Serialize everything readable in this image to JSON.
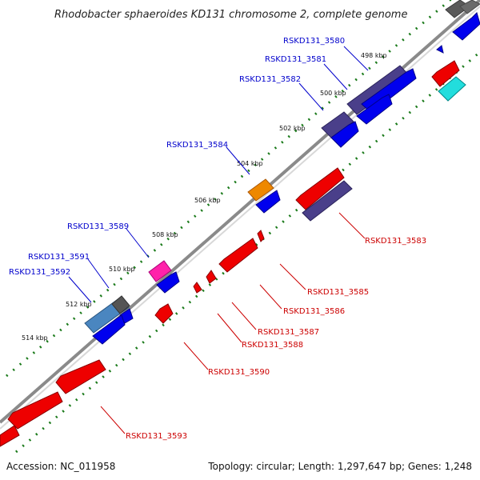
{
  "title": "Rhodobacter sphaeroides KD131 chromosome 2, complete genome",
  "footer": {
    "accession": "Accession: NC_011958",
    "summary": "Topology: circular; Length: 1,297,647 bp; Genes: 1,248"
  },
  "colors": {
    "backbone": "#8a8a8a",
    "ticks": "#1a7a1a",
    "cds_forward": "#0000ee",
    "cds_reverse": "#ee0000",
    "forward_label": "#0000cc",
    "reverse_label": "#cc0000"
  },
  "ticks": [
    "498 kbp",
    "500 kbp",
    "502 kbp",
    "504 kbp",
    "506 kbp",
    "508 kbp",
    "510 kbp",
    "512 kbp",
    "514 kbp"
  ],
  "forward_labels": [
    "RSKD131_3580",
    "RSKD131_3581",
    "RSKD131_3582",
    "RSKD131_3584",
    "RSKD131_3589",
    "RSKD131_3591",
    "RSKD131_3592"
  ],
  "reverse_labels": [
    "RSKD131_3583",
    "RSKD131_3585",
    "RSKD131_3586",
    "RSKD131_3587",
    "RSKD131_3588",
    "RSKD131_3590",
    "RSKD131_3593"
  ]
}
